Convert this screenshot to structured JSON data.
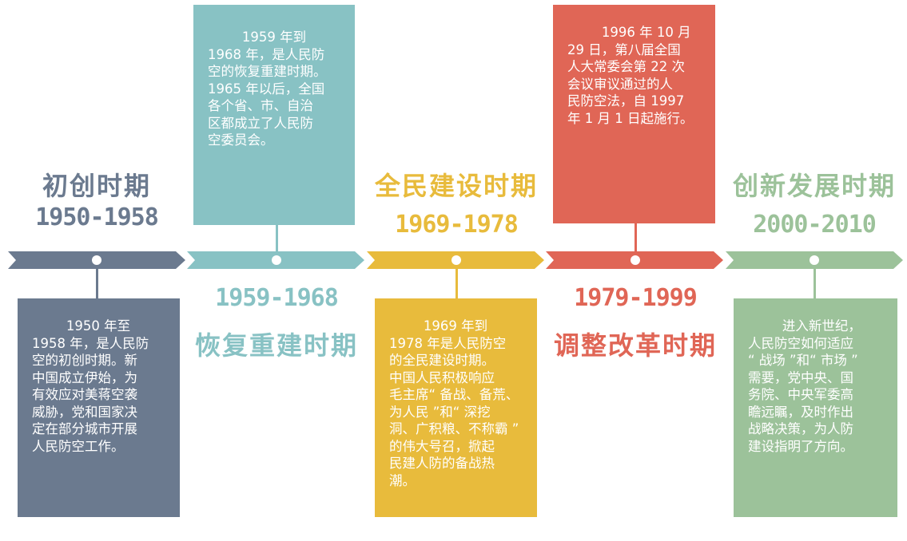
{
  "colors": {
    "slate": "#6b7a8f",
    "teal": "#88c2c4",
    "yellow": "#e8bb3c",
    "red": "#e06656",
    "green": "#9cc29a"
  },
  "periods": [
    {
      "title": "初创时期",
      "years": "1950-1958",
      "lines": [
        "1950 年至",
        "1958 年，是人民防",
        "空的初创时期。新",
        "中国成立伊始，为",
        "有效应对美蒋空袭",
        "威胁，党和国家决",
        "定在部分城市开展",
        "人民防空工作。"
      ]
    },
    {
      "title": "恢复重建时期",
      "years": "1959-1968",
      "lines": [
        "1959 年到",
        "1968 年，是人民防",
        "空的恢复重建时期。",
        "1965 年以后，全国",
        "各个省、市、自治",
        "区都成立了人民防",
        "空委员会。"
      ]
    },
    {
      "title": "全民建设时期",
      "years": "1969-1978",
      "lines": [
        "1969 年到",
        "1978 年是人民防空",
        "的全民建设时期。",
        "中国人民积极响应",
        "毛主席“ 备战、备荒、",
        "为人民 ”和“ 深挖",
        "洞、广积粮、不称霸 ”",
        "的伟大号召，掀起",
        "民建人防的备战热",
        "潮。"
      ]
    },
    {
      "title": "调整改革时期",
      "years": "1979-1999",
      "lines": [
        "1996 年 10 月",
        "29 日，第八届全国",
        "人大常委会第 22 次",
        "会议审议通过的人",
        "民防空法，自 1997",
        "年 1 月 1 日起施行。"
      ]
    },
    {
      "title": "创新发展时期",
      "years": "2000-2010",
      "lines": [
        "进入新世纪，",
        "人民防空如何适应",
        "“ 战场 ”和“ 市场 ”",
        "需要，党中央、国",
        "务院、中央军委高",
        "瞻远瞩，及时作出",
        "战略决策，为人防",
        "建设指明了方向。"
      ]
    }
  ]
}
